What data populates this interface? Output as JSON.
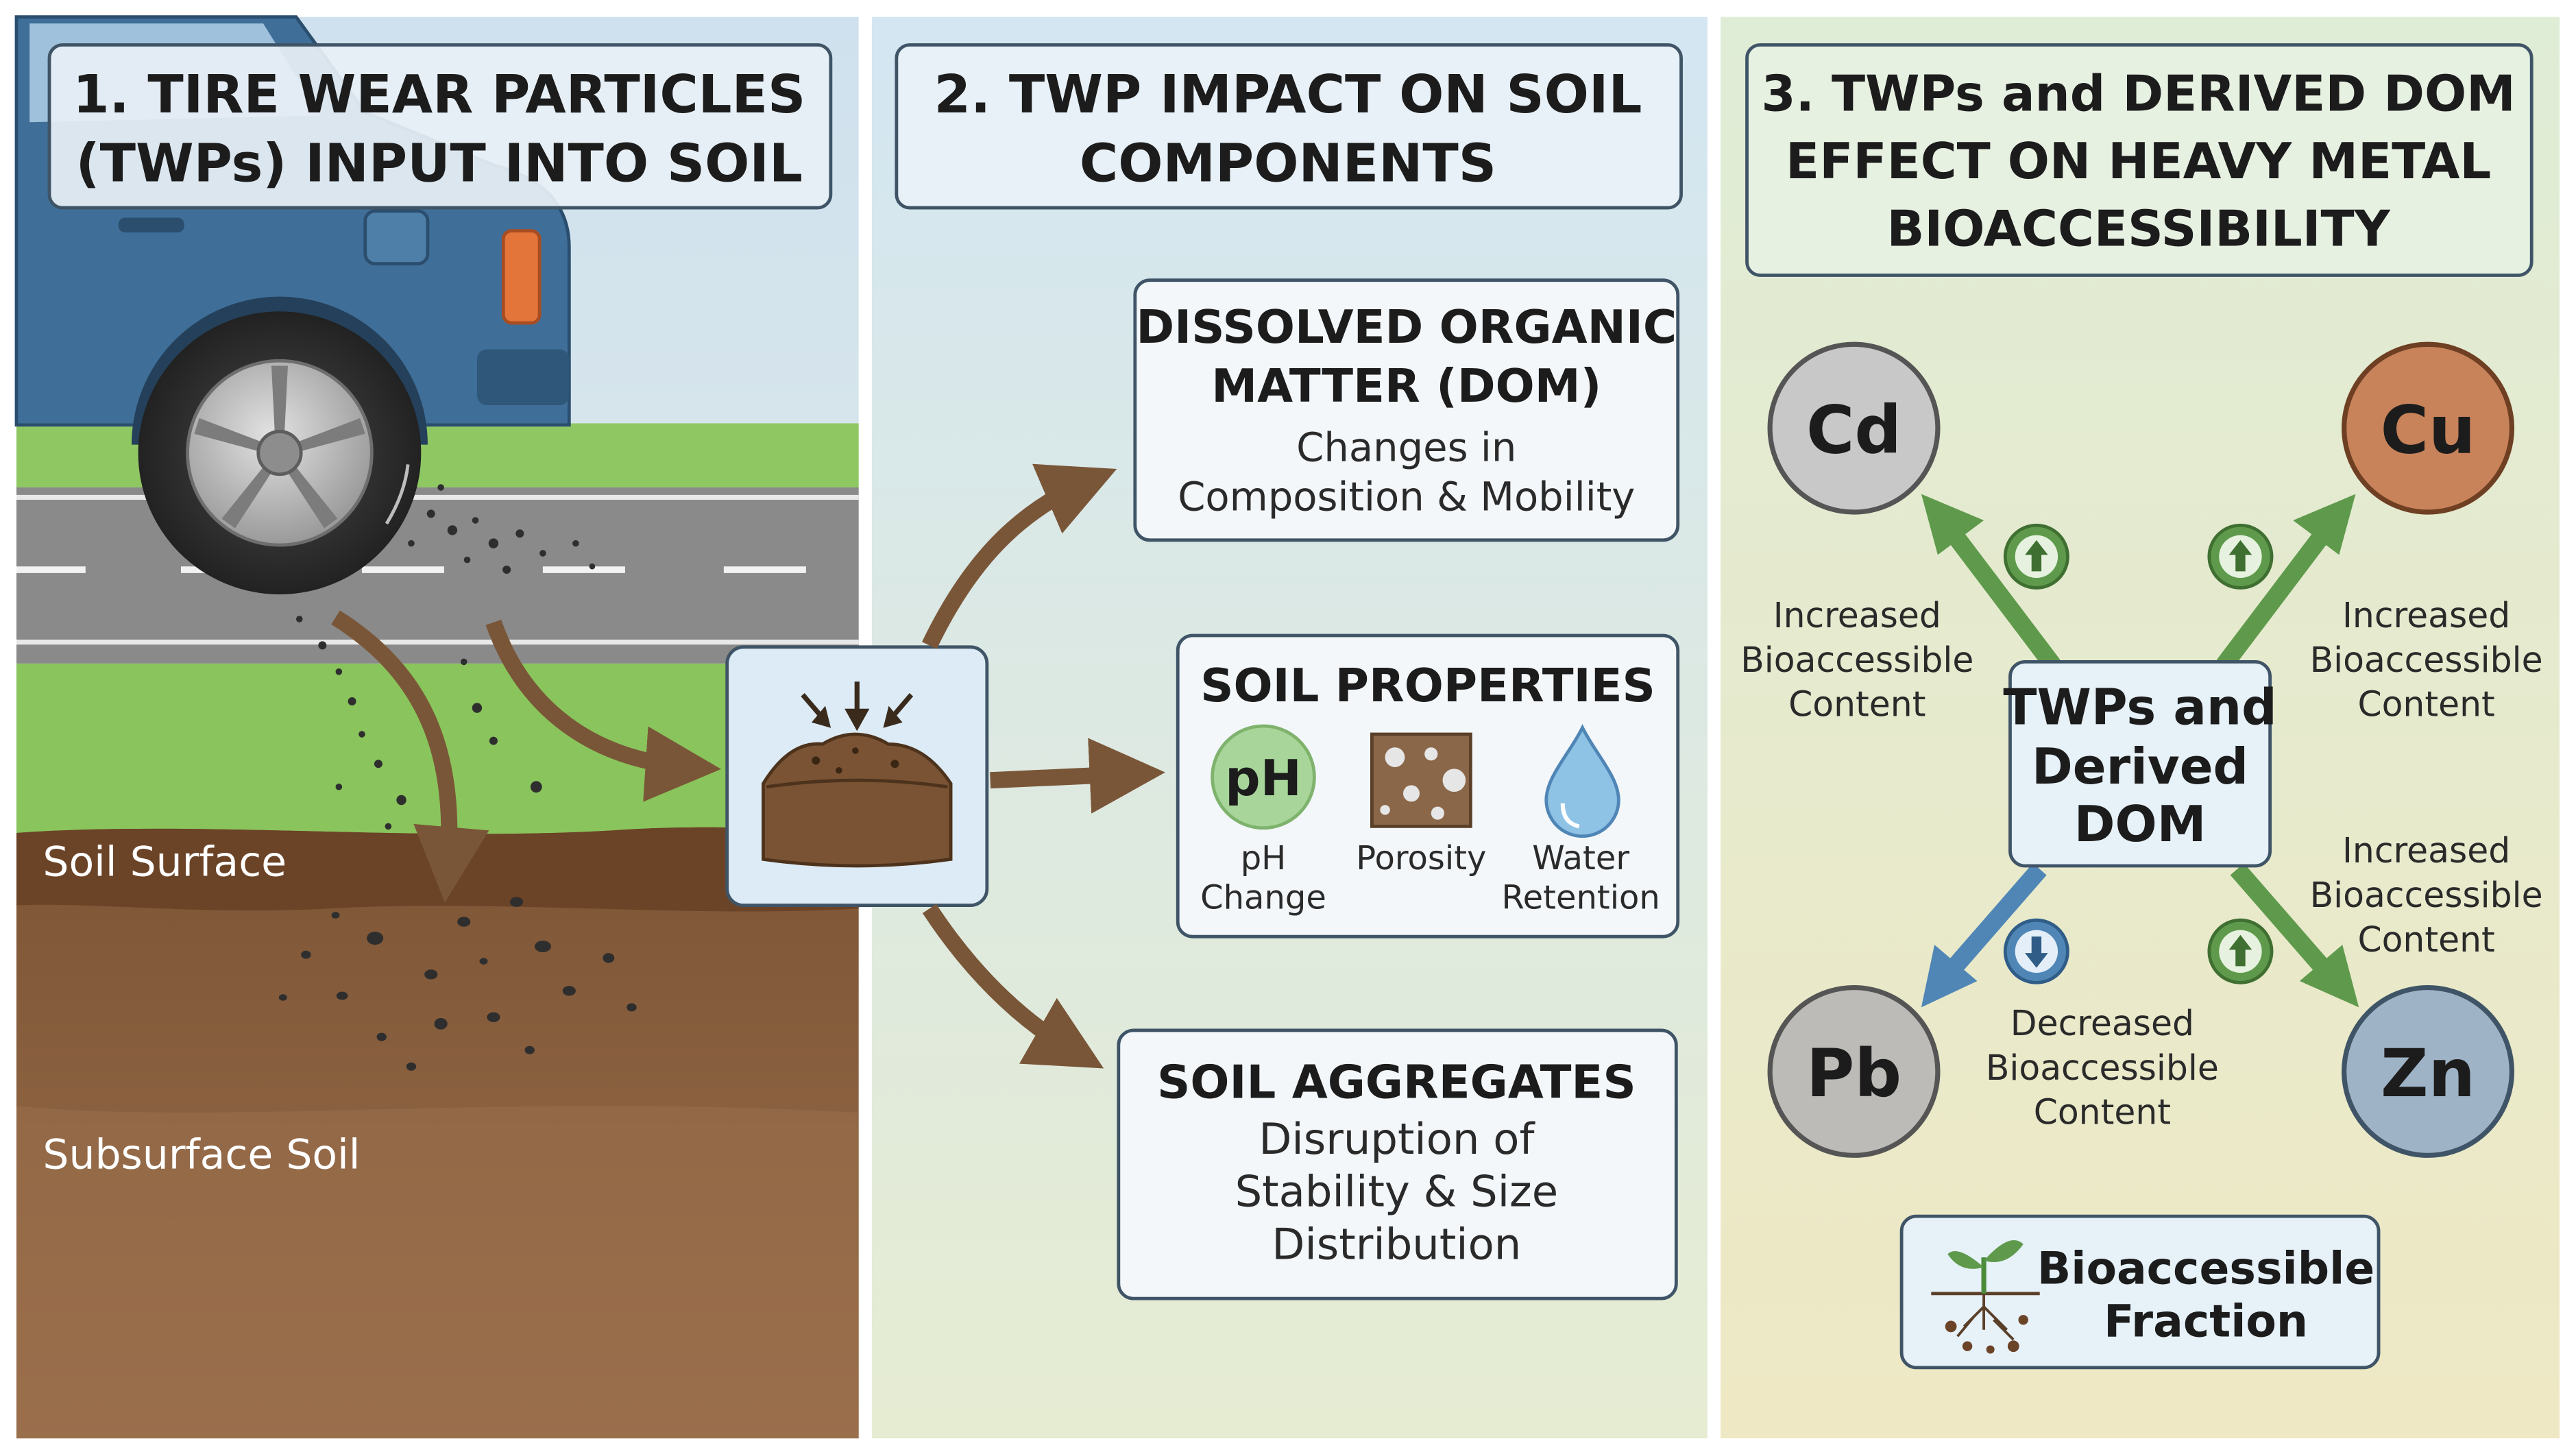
{
  "colors": {
    "panel1_sky_top": "#cfe1ee",
    "panel2_bg_top": "#d3e6f2",
    "panel2_bg_bottom": "#e6ecd2",
    "panel3_bg_top": "#dfecd6",
    "panel3_bg_bottom": "#eee8c4",
    "box_border": "#3f5466",
    "arrow_brown": "#7a5638",
    "arrow_green": "#5f9a4c",
    "arrow_blue": "#4f86b6",
    "cd_fill": "#c8c8c8",
    "cu_fill": "#c8835a",
    "pb_fill": "#bdbbb7",
    "zn_fill": "#9fb3c6",
    "ph_fill": "#a8d69a",
    "car_body": "#3f6f98",
    "soil_surface": "#6b4327",
    "soil_subsurface": "#8f6442"
  },
  "panel1": {
    "title_line1": "1. TIRE WEAR PARTICLES",
    "title_line2": "(TWPs) INPUT INTO SOIL",
    "soil_surface_label": "Soil Surface",
    "subsurface_label": "Subsurface Soil"
  },
  "panel2": {
    "title_line1": "2. TWP IMPACT ON SOIL",
    "title_line2": "COMPONENTS",
    "dom": {
      "title_line1": "DISSOLVED ORGANIC",
      "title_line2": "MATTER (DOM)",
      "desc_line1": "Changes in",
      "desc_line2": "Composition & Mobility"
    },
    "properties": {
      "title": "SOIL PROPERTIES",
      "ph_symbol": "pH",
      "ph_label_line1": "pH",
      "ph_label_line2": "Change",
      "porosity_label": "Porosity",
      "water_label_line1": "Water",
      "water_label_line2": "Retention"
    },
    "aggregates": {
      "title": "SOIL AGGREGATES",
      "desc_line1": "Disruption of",
      "desc_line2": "Stability & Size",
      "desc_line3": "Distribution"
    }
  },
  "panel3": {
    "title_line1": "3. TWPs and DERIVED DOM",
    "title_line2": "EFFECT ON HEAVY METAL",
    "title_line3": "BIOACCESSIBILITY",
    "center_line1": "TWPs and",
    "center_line2": "Derived",
    "center_line3": "DOM",
    "metals": {
      "cd": "Cd",
      "cu": "Cu",
      "pb": "Pb",
      "zn": "Zn"
    },
    "cd_effect": [
      "Increased",
      "Bioaccessible",
      "Content"
    ],
    "cu_effect": [
      "Increased",
      "Bioaccessible",
      "Content"
    ],
    "zn_effect": [
      "Increased",
      "Bioaccessible",
      "Content"
    ],
    "pb_effect": [
      "Decreased",
      "Bioaccessible",
      "Content"
    ],
    "fraction_line1": "Bioaccessible",
    "fraction_line2": "Fraction"
  }
}
